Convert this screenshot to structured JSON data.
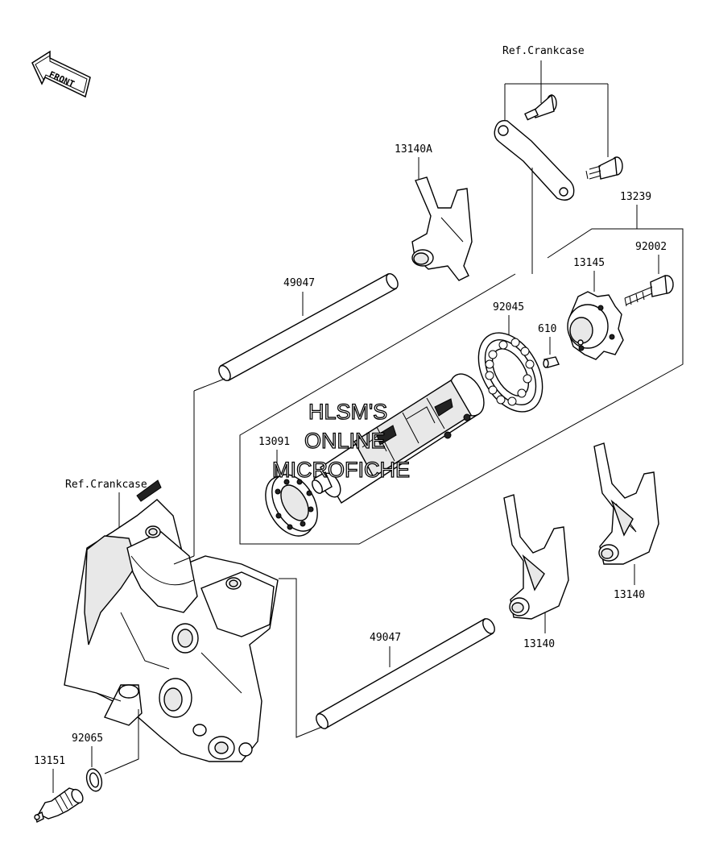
{
  "front_arrow": {
    "label": "FRONT"
  },
  "watermark": {
    "line1": "HLSM'S",
    "line2": "ONLINE",
    "line3": "MICROFICHE"
  },
  "labels": {
    "ref_crankcase_top": "Ref.Crankcase",
    "ref_crankcase_left": "Ref.Crankcase",
    "p13140A": "13140A",
    "p13239": "13239",
    "p92002": "92002",
    "p13145": "13145",
    "p49047_top": "49047",
    "p92045": "92045",
    "p610": "610",
    "p13091": "13091",
    "p13140_right": "13140",
    "p13140_mid": "13140",
    "p49047_bottom": "49047",
    "p92065": "92065",
    "p13151": "13151"
  }
}
